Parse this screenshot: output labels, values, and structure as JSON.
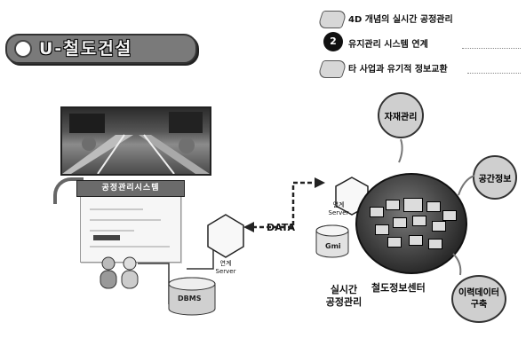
{
  "title": "U-철도건설",
  "features": [
    {
      "number": "",
      "text": "4D 개념의 실시간 공정관리"
    },
    {
      "number": "2",
      "text": "유지관리 시스템 연계"
    },
    {
      "number": "",
      "text": "타 사업과 유기적 정보교환"
    }
  ],
  "left_panel": {
    "system_title": "공정관리시스템",
    "db_label": "DBMS",
    "server_label": "연계\nServer",
    "data_label": "DATA"
  },
  "right_panel": {
    "server_label": "연계\nServer",
    "gis_label": "Gmi",
    "center_label": "철도정보센터",
    "realtime_label_line1": "실시간",
    "realtime_label_line2": "공정관리",
    "top_circle": "자재관리",
    "right_circle": "공간정보",
    "bottom_circle_line1": "이력데이터",
    "bottom_circle_line2": "구축"
  }
}
